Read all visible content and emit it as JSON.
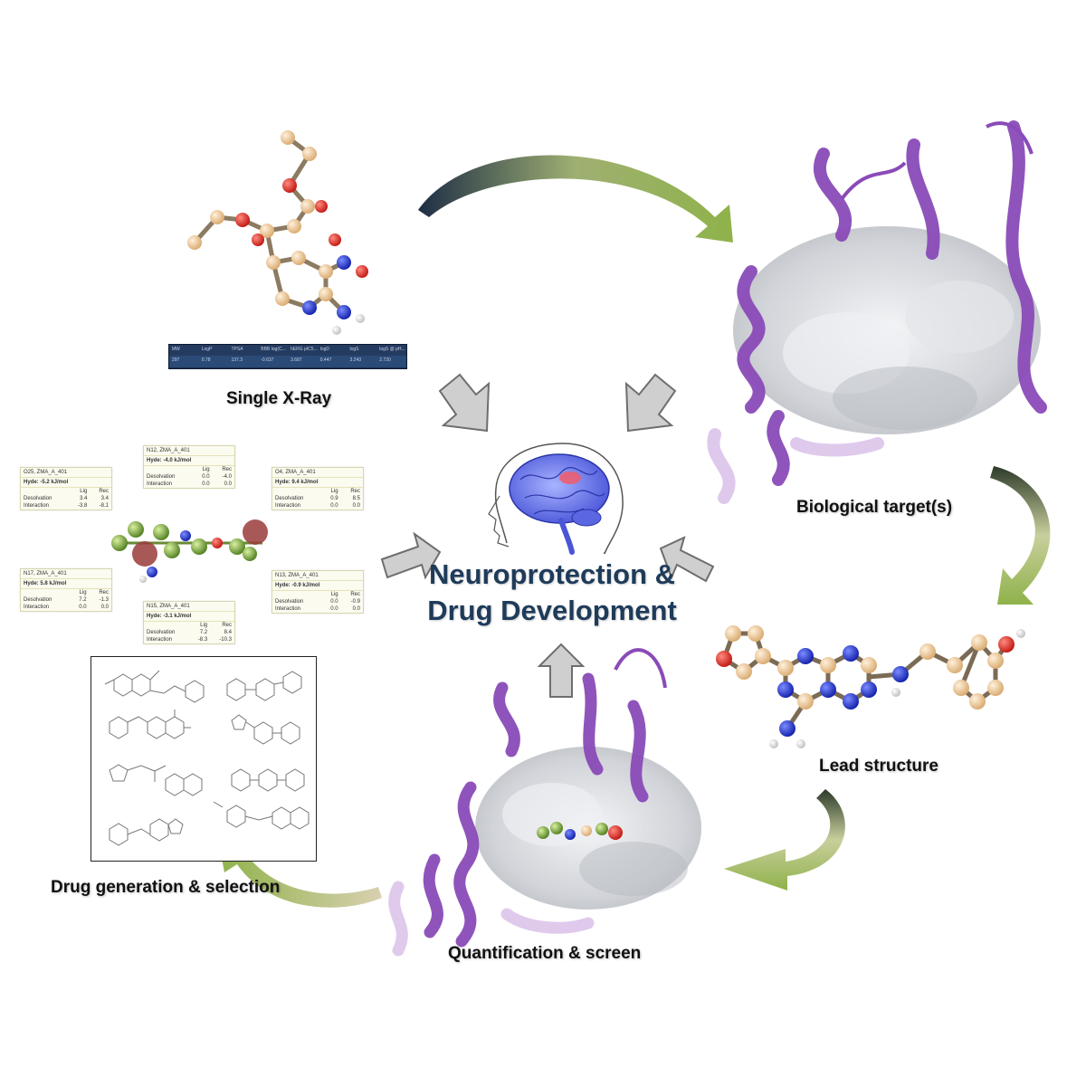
{
  "center": {
    "title_line1": "Neuroprotection &",
    "title_line2": "Drug Development"
  },
  "labels": {
    "single_xray": "Single X-Ray",
    "biological_targets": "Biological target(s)",
    "lead_structure": "Lead structure",
    "quantification": "Quantification & screen",
    "drug_generation": "Drug generation & selection"
  },
  "property_table": {
    "headers": [
      "MW",
      "LogP",
      "TPSA",
      "BBB log(C...",
      "hERG pIC5...",
      "logD",
      "logS",
      "logS @ pH..."
    ],
    "values": [
      "297",
      "0.78",
      "137.3",
      "-0.637",
      "3.687",
      "0.447",
      "3.243",
      "2.720"
    ]
  },
  "interaction_cards": [
    {
      "title": "O25, ZMA_A_401",
      "hyde": "Hyde: -5.2 kJ/mol",
      "lig_desolv": "3.4",
      "rec_desolv": "3.4",
      "lig_int": "-3.8",
      "rec_int": "-8.1"
    },
    {
      "title": "N12, ZMA_A_401",
      "hyde": "Hyde: -4.0 kJ/mol",
      "lig_desolv": "0.0",
      "rec_desolv": "-4.0",
      "lig_int": "0.0",
      "rec_int": "0.0"
    },
    {
      "title": "O4, ZMA_A_401",
      "hyde": "Hyde: 9.4 kJ/mol",
      "lig_desolv": "0.9",
      "rec_desolv": "8.5",
      "lig_int": "0.0",
      "rec_int": "0.0"
    },
    {
      "title": "N17, ZMA_A_401",
      "hyde": "Hyde: 5.8 kJ/mol",
      "lig_desolv": "7.2",
      "rec_desolv": "-1.3",
      "lig_int": "0.0",
      "rec_int": "0.0"
    },
    {
      "title": "N15, ZMA_A_401",
      "hyde": "Hyde: -3.1 kJ/mol",
      "lig_desolv": "7.2",
      "rec_desolv": "8.4",
      "lig_int": "-8.3",
      "rec_int": "-10.3"
    },
    {
      "title": "N13, ZMA_A_401",
      "hyde": "Hyde: -0.9 kJ/mol",
      "lig_desolv": "0.0",
      "rec_desolv": "-0.9",
      "lig_int": "0.0",
      "rec_int": "0.0"
    }
  ],
  "card_text": {
    "lig": "Lig",
    "rec": "Rec",
    "desolvation": "Desolvation",
    "interaction": "Interaction"
  },
  "colors": {
    "protein": "#8a4bb8",
    "protein_light": "#c9a6e0",
    "surface": "#d8dbe0",
    "carbon": "#e8c595",
    "oxygen": "#e0261c",
    "nitrogen": "#1c2fd8",
    "arrow_green": "#8fb24a",
    "arrow_gray": "#b8b8b8",
    "title": "#1f3b5a"
  }
}
